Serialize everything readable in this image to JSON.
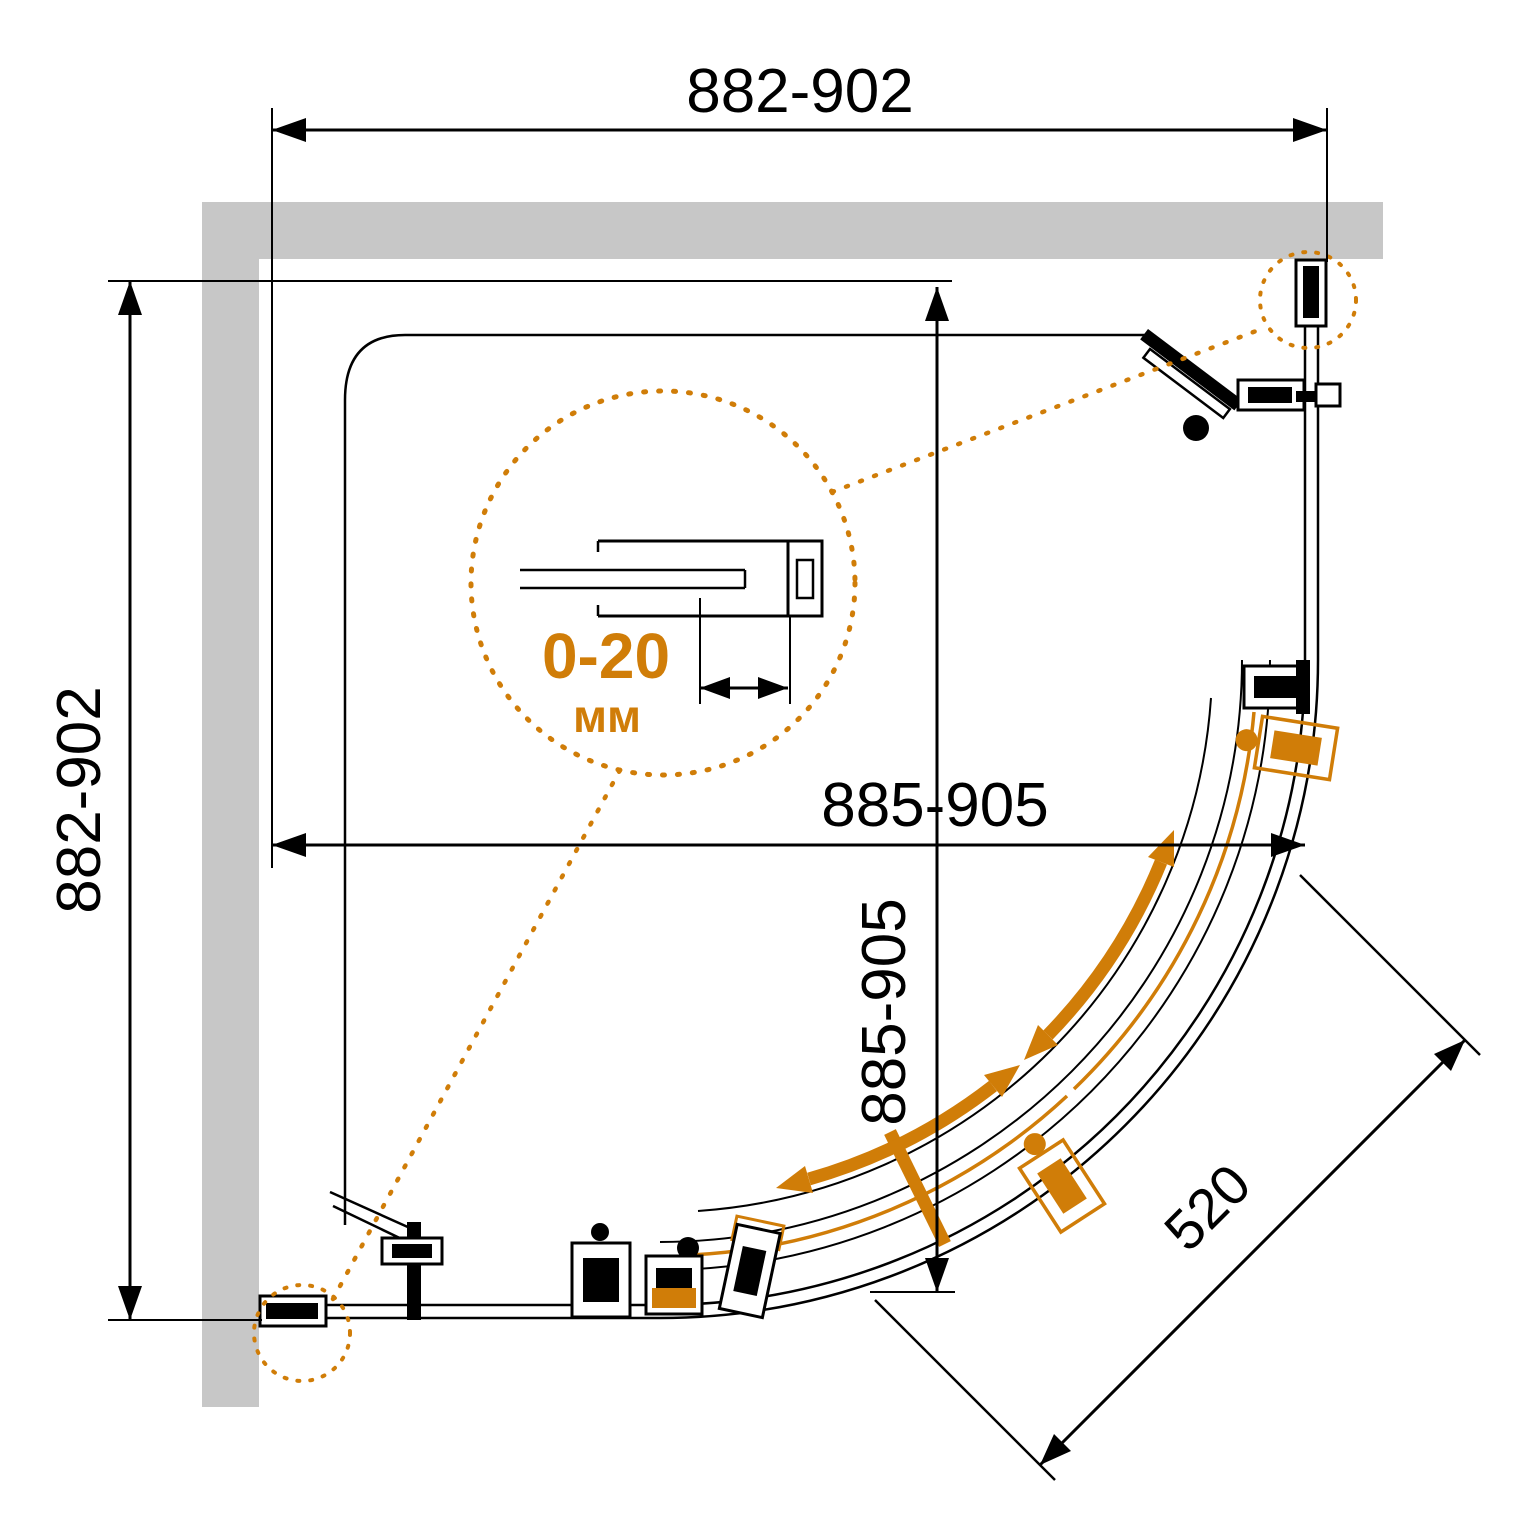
{
  "colors": {
    "accent": "#D07D08",
    "wall": "#C7C7C7",
    "line": "#000000",
    "background": "#FFFFFF"
  },
  "drawing": {
    "dim_top_width": "882-902",
    "dim_left_height": "882-902",
    "dim_inner_width": "885-905",
    "dim_inner_height": "885-905",
    "dim_diagonal": "520",
    "detail_adjustment_value": "0-20",
    "detail_adjustment_unit": "мм"
  }
}
